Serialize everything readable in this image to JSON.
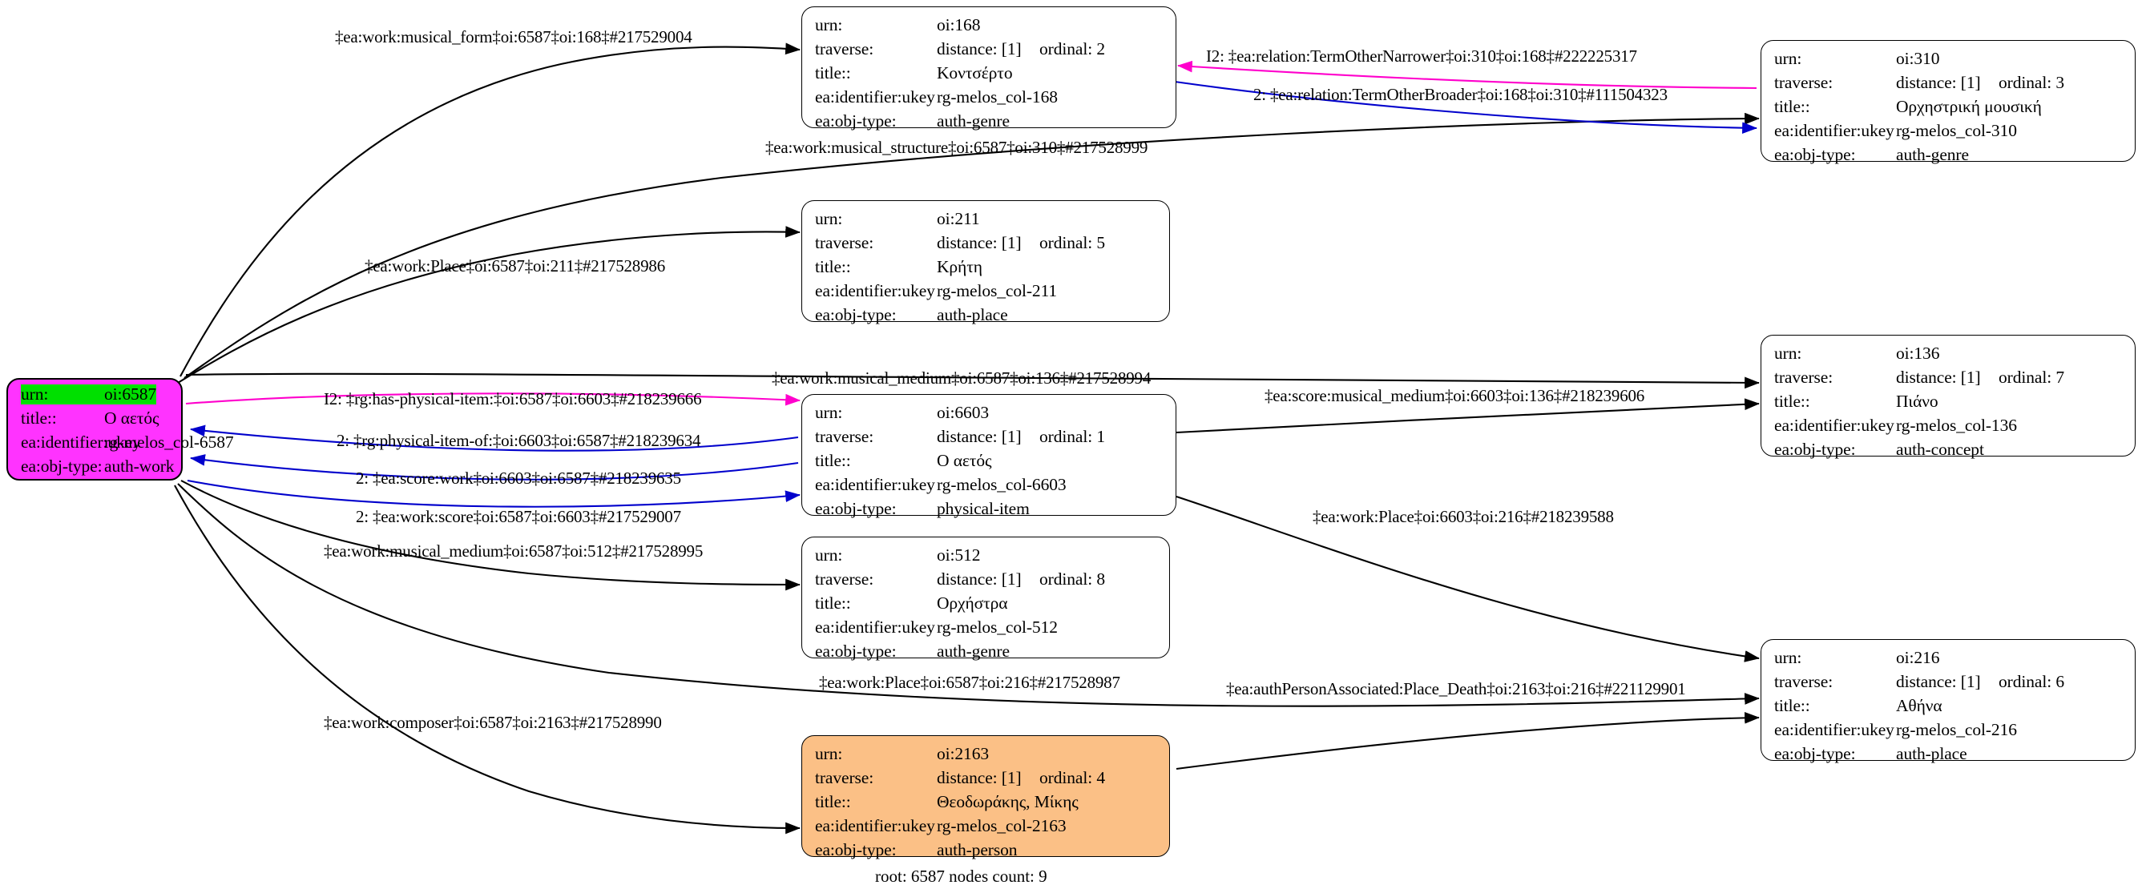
{
  "graph": {
    "footer": "root: 6587 nodes count: 9",
    "field_labels": {
      "urn": "urn:",
      "traverse": "traverse:",
      "title": "title::",
      "ukey": "ea:identifier:ukey",
      "objtype": "ea:obj-type:"
    },
    "colors": {
      "root_fill": "#ff33ff",
      "root_highlight": "#00e000",
      "person_fill": "#fbc086",
      "default_fill": "#ffffff",
      "stroke": "#000000",
      "edge_magenta": "#ff00cc",
      "edge_blue": "#0000cc",
      "edge_black": "#000000"
    },
    "nodes": [
      {
        "id": "n6587",
        "urn": "oi:6587",
        "traverse": null,
        "distance": null,
        "ordinal": null,
        "title": "Ο αετός",
        "ukey": "rg-melos_col-6587",
        "objtype": "auth-work",
        "style": "root"
      },
      {
        "id": "n168",
        "urn": "oi:168",
        "traverse": "traverse:",
        "distance": "distance: [1]",
        "ordinal": "ordinal: 2",
        "title": "Κοντσέρτο",
        "ukey": "rg-melos_col-168",
        "objtype": "auth-genre",
        "style": "plain"
      },
      {
        "id": "n310",
        "urn": "oi:310",
        "traverse": "traverse:",
        "distance": "distance: [1]",
        "ordinal": "ordinal: 3",
        "title": "Ορχηστρική μουσική",
        "ukey": "rg-melos_col-310",
        "objtype": "auth-genre",
        "style": "plain"
      },
      {
        "id": "n211",
        "urn": "oi:211",
        "traverse": "traverse:",
        "distance": "distance: [1]",
        "ordinal": "ordinal: 5",
        "title": "Κρήτη",
        "ukey": "rg-melos_col-211",
        "objtype": "auth-place",
        "style": "plain"
      },
      {
        "id": "n6603",
        "urn": "oi:6603",
        "traverse": "traverse:",
        "distance": "distance: [1]",
        "ordinal": "ordinal: 1",
        "title": "Ο αετός",
        "ukey": "rg-melos_col-6603",
        "objtype": "physical-item",
        "style": "plain"
      },
      {
        "id": "n136",
        "urn": "oi:136",
        "traverse": "traverse:",
        "distance": "distance: [1]",
        "ordinal": "ordinal: 7",
        "title": "Πιάνο",
        "ukey": "rg-melos_col-136",
        "objtype": "auth-concept",
        "style": "plain"
      },
      {
        "id": "n512",
        "urn": "oi:512",
        "traverse": "traverse:",
        "distance": "distance: [1]",
        "ordinal": "ordinal: 8",
        "title": "Ορχήστρα",
        "ukey": "rg-melos_col-512",
        "objtype": "auth-genre",
        "style": "plain"
      },
      {
        "id": "n216",
        "urn": "oi:216",
        "traverse": "traverse:",
        "distance": "distance: [1]",
        "ordinal": "ordinal: 6",
        "title": "Αθήνα",
        "ukey": "rg-melos_col-216",
        "objtype": "auth-place",
        "style": "plain"
      },
      {
        "id": "n2163",
        "urn": "oi:2163",
        "traverse": "traverse:",
        "distance": "distance: [1]",
        "ordinal": "ordinal: 4",
        "title": "Θεοδωράκης, Μίκης",
        "ukey": "rg-melos_col-2163",
        "objtype": "auth-person",
        "style": "person"
      }
    ],
    "edges": [
      {
        "id": "e1",
        "label": "‡ea:work:musical_form‡oi:6587‡oi:168‡#217529004",
        "from": "n6587",
        "to": "n168",
        "color": "#000000"
      },
      {
        "id": "e2",
        "label": "I2: ‡ea:relation:TermOtherNarrower‡oi:310‡oi:168‡#222225317",
        "from": "n310",
        "to": "n168",
        "color": "#ff00cc"
      },
      {
        "id": "e3",
        "label": "2: ‡ea:relation:TermOtherBroader‡oi:168‡oi:310‡#111504323",
        "from": "n168",
        "to": "n310",
        "color": "#0000cc"
      },
      {
        "id": "e4",
        "label": "‡ea:work:musical_structure‡oi:6587‡oi:310‡#217528999",
        "from": "n6587",
        "to": "n310",
        "color": "#000000"
      },
      {
        "id": "e5",
        "label": "‡ea:work:Place‡oi:6587‡oi:211‡#217528986",
        "from": "n6587",
        "to": "n211",
        "color": "#000000"
      },
      {
        "id": "e6",
        "label": "‡ea:work:musical_medium‡oi:6587‡oi:136‡#217528994",
        "from": "n6587",
        "to": "n136",
        "color": "#000000"
      },
      {
        "id": "e7",
        "label": "I2: ‡rg:has-physical-item:‡oi:6587‡oi:6603‡#218239666",
        "from": "n6587",
        "to": "n6603",
        "color": "#ff00cc"
      },
      {
        "id": "e8",
        "label": "2: ‡rg:physical-item-of:‡oi:6603‡oi:6587‡#218239634",
        "from": "n6603",
        "to": "n6587",
        "color": "#0000cc"
      },
      {
        "id": "e9",
        "label": "2: ‡ea:score:work‡oi:6603‡oi:6587‡#218239635",
        "from": "n6603",
        "to": "n6587",
        "color": "#0000cc"
      },
      {
        "id": "e10",
        "label": "2: ‡ea:work:score‡oi:6587‡oi:6603‡#217529007",
        "from": "n6587",
        "to": "n6603",
        "color": "#0000cc"
      },
      {
        "id": "e11",
        "label": "‡ea:score:musical_medium‡oi:6603‡oi:136‡#218239606",
        "from": "n6603",
        "to": "n136",
        "color": "#000000"
      },
      {
        "id": "e12",
        "label": "‡ea:work:musical_medium‡oi:6587‡oi:512‡#217528995",
        "from": "n6587",
        "to": "n512",
        "color": "#000000"
      },
      {
        "id": "e13",
        "label": "‡ea:work:Place‡oi:6603‡oi:216‡#218239588",
        "from": "n6603",
        "to": "n216",
        "color": "#000000"
      },
      {
        "id": "e14",
        "label": "‡ea:work:Place‡oi:6587‡oi:216‡#217528987",
        "from": "n6587",
        "to": "n216",
        "color": "#000000"
      },
      {
        "id": "e15",
        "label": "‡ea:work:composer‡oi:6587‡oi:2163‡#217528990",
        "from": "n6587",
        "to": "n2163",
        "color": "#000000"
      },
      {
        "id": "e16",
        "label": "‡ea:authPersonAssociated:Place_Death‡oi:2163‡oi:216‡#221129901",
        "from": "n2163",
        "to": "n216",
        "color": "#000000"
      }
    ]
  }
}
